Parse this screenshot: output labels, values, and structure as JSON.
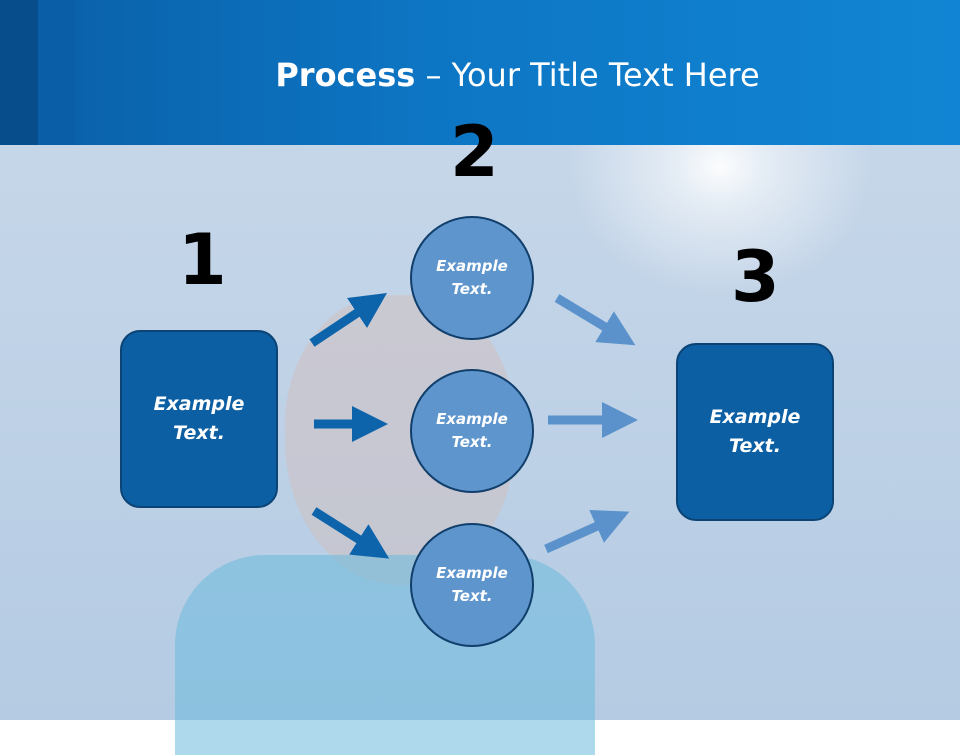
{
  "slide": {
    "title_bold": "Process",
    "title_rest": " – Your Title Text Here"
  },
  "steps": {
    "step1_number": "1",
    "step2_number": "2",
    "step3_number": "3"
  },
  "nodes": {
    "left_box": "Example Text.",
    "circle_top": "Example Text.",
    "circle_middle": "Example Text.",
    "circle_bottom": "Example Text.",
    "right_box": "Example Text."
  },
  "colors": {
    "header": "#0d76c4",
    "box_fill": "#0d5fa3",
    "circle_fill": "#5f95cd",
    "arrow_dark": "#0d64ab",
    "arrow_light": "#5b92cc"
  }
}
